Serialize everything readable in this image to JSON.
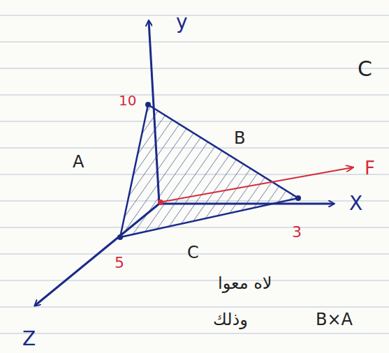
{
  "diagram": {
    "labels": [
      "y",
      "10",
      "A",
      "B",
      "F",
      "X",
      "3",
      "5",
      "C",
      "Z",
      "لاه معوا",
      "وذلك",
      "B×A",
      "C"
    ]
  }
}
